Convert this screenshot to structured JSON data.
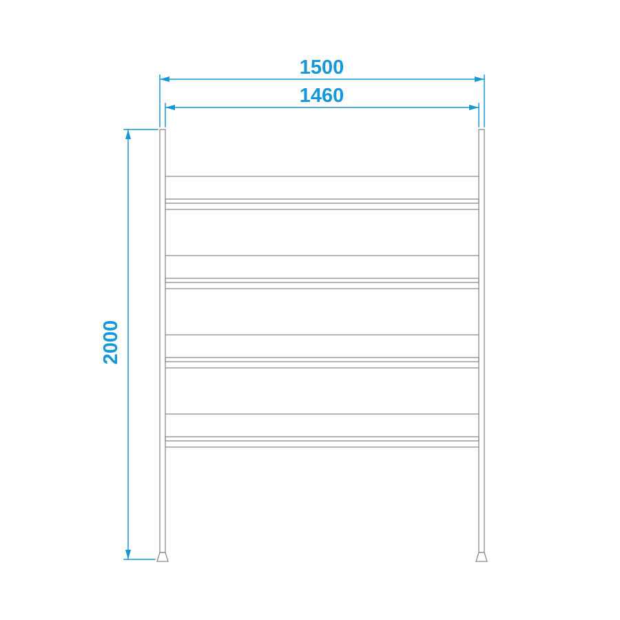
{
  "colors": {
    "dimension": "#1697d6",
    "line": "#8a8a8a",
    "background": "#ffffff"
  },
  "dimensions": {
    "outer_width": {
      "label": "1500",
      "value": 1500
    },
    "inner_width": {
      "label": "1460",
      "value": 1460
    },
    "height": {
      "label": "2000",
      "value": 2000
    }
  }
}
